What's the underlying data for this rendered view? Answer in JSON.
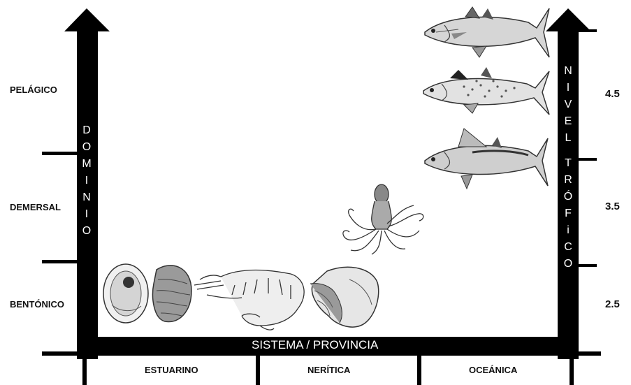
{
  "domain_axis": {
    "title": "DOMINIO",
    "levels": [
      "PELÁGICO",
      "DEMERSAL",
      "BENTÓNICO"
    ]
  },
  "trophic_axis": {
    "title": "NIVEL TRÓFICO",
    "title_lines": [
      "N",
      "I",
      "V",
      "E",
      "L",
      "",
      "T",
      "R",
      "Ó",
      "F",
      "i",
      "C",
      "O"
    ],
    "levels": [
      "4.5",
      "3.5",
      "2.5"
    ]
  },
  "system_axis": {
    "title": "SISTEMA / PROVINCIA",
    "provinces": [
      "ESTUARINO",
      "NERÍTICA",
      "OCEÁNICA"
    ]
  },
  "organisms": [
    {
      "name": "tuna-fish-1-icon",
      "group": "oceánica"
    },
    {
      "name": "mackerel-fish-icon",
      "group": "oceánica"
    },
    {
      "name": "tuna-fish-2-icon",
      "group": "oceánica"
    },
    {
      "name": "octopus-icon",
      "group": "nerítica"
    },
    {
      "name": "oyster-open-icon",
      "group": "estuarino"
    },
    {
      "name": "oyster-closed-icon",
      "group": "estuarino"
    },
    {
      "name": "shrimp-icon",
      "group": "estuarino"
    },
    {
      "name": "conch-shell-icon",
      "group": "nerítica"
    }
  ],
  "colors": {
    "axis": "#000000",
    "label": "#111111",
    "axis_text": "#ffffff"
  }
}
